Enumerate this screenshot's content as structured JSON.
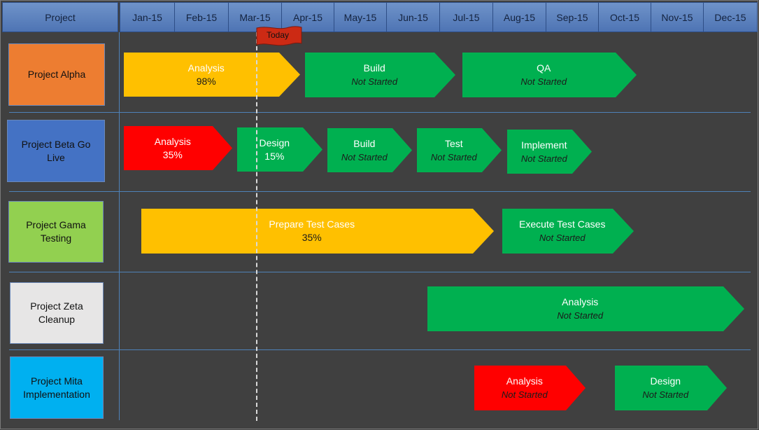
{
  "header": {
    "project_label": "Project",
    "months": [
      "Jan-15",
      "Feb-15",
      "Mar-15",
      "Apr-15",
      "May-15",
      "Jun-15",
      "Jul-15",
      "Aug-15",
      "Sep-15",
      "Oct-15",
      "Nov-15",
      "Dec-15"
    ]
  },
  "today": {
    "label": "Today",
    "color": "#cc2a14"
  },
  "colors": {
    "green": "#00b050",
    "yellow": "#ffc000",
    "red": "#ff0000"
  },
  "projects": [
    {
      "name": "Project Alpha",
      "color": "#ed7d31",
      "tasks": [
        {
          "label": "Analysis",
          "status": "98%",
          "color": "yellow"
        },
        {
          "label": "Build",
          "status": "Not Started",
          "color": "green"
        },
        {
          "label": "QA",
          "status": "Not Started",
          "color": "green"
        }
      ]
    },
    {
      "name": "Project Beta Go Live",
      "color": "#4472c4",
      "tasks": [
        {
          "label": "Analysis",
          "status": "35%",
          "color": "red"
        },
        {
          "label": "Design",
          "status": "15%",
          "color": "green"
        },
        {
          "label": "Build",
          "status": "Not Started",
          "color": "green"
        },
        {
          "label": "Test",
          "status": "Not Started",
          "color": "green"
        },
        {
          "label": "Implement",
          "status": "Not Started",
          "color": "green"
        }
      ]
    },
    {
      "name": "Project Gama Testing",
      "color": "#92d050",
      "tasks": [
        {
          "label": "Prepare Test Cases",
          "status": "35%",
          "color": "yellow"
        },
        {
          "label": "Execute Test Cases",
          "status": "Not Started",
          "color": "green"
        }
      ]
    },
    {
      "name": "Project Zeta Cleanup",
      "color": "#e7e6e6",
      "tasks": [
        {
          "label": "Analysis",
          "status": "Not Started",
          "color": "green"
        }
      ]
    },
    {
      "name": "Project Mita Implementation",
      "color": "#00b0f0",
      "tasks": [
        {
          "label": "Analysis",
          "status": "Not Started",
          "color": "red"
        },
        {
          "label": "Design",
          "status": "Not Started",
          "color": "green"
        }
      ]
    }
  ]
}
